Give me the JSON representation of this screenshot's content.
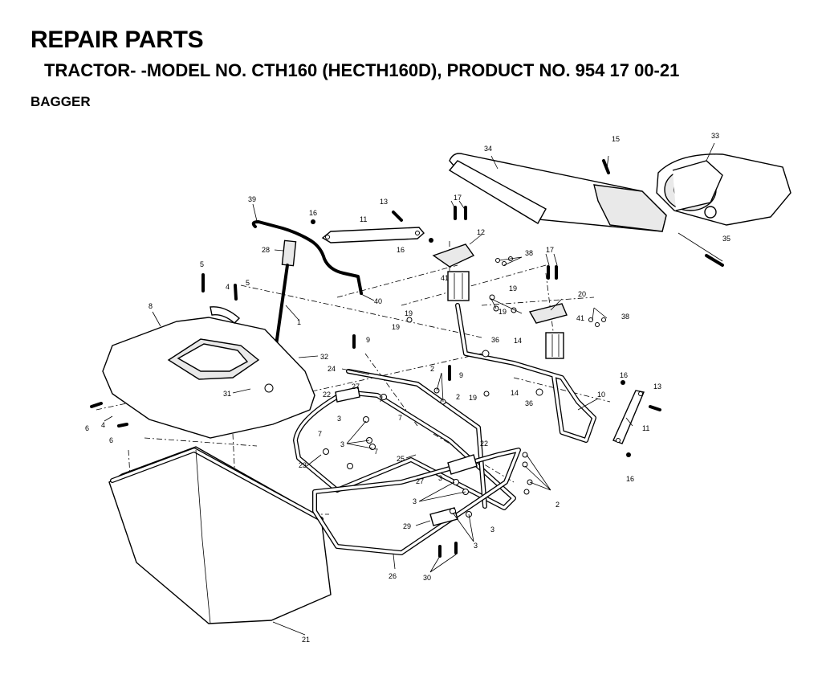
{
  "header": {
    "title": "REPAIR PARTS",
    "subtitle": "TRACTOR- -MODEL NO. CTH160 (HECTH160D), PRODUCT NO. 954 17 00-21",
    "section": "BAGGER"
  },
  "callouts": {
    "c1": "1",
    "c2a": "2",
    "c2b": "2",
    "c2c": "2",
    "c3a": "3",
    "c3b": "3",
    "c3c": "3",
    "c3d": "3",
    "c3e": "3",
    "c3f": "3",
    "c4a": "4",
    "c4b": "4",
    "c5a": "5",
    "c5b": "5",
    "c6a": "6",
    "c6b": "6",
    "c7a": "7",
    "c7b": "7",
    "c7c": "7",
    "c7d": "7",
    "c8": "8",
    "c9a": "9",
    "c9b": "9",
    "c10": "10",
    "c11a": "11",
    "c11b": "11",
    "c12": "12",
    "c13a": "13",
    "c13b": "13",
    "c14a": "14",
    "c14b": "14",
    "c15": "15",
    "c16a": "16",
    "c16b": "16",
    "c16c": "16",
    "c16d": "16",
    "c17a": "17",
    "c17b": "17",
    "c19a": "19",
    "c19b": "19",
    "c19c": "19",
    "c19d": "19",
    "c19e": "19",
    "c20": "20",
    "c21": "21",
    "c22a": "22",
    "c22b": "22",
    "c23": "23",
    "c24": "24",
    "c25": "25",
    "c26": "26",
    "c27a": "27",
    "c27b": "27",
    "c28": "28",
    "c29": "29",
    "c30": "30",
    "c31": "31",
    "c32": "32",
    "c33": "33",
    "c34": "34",
    "c35": "35",
    "c36a": "36",
    "c36b": "36",
    "c38a": "38",
    "c38b": "38",
    "c39": "39",
    "c40": "40",
    "c41a": "41",
    "c41b": "41"
  }
}
